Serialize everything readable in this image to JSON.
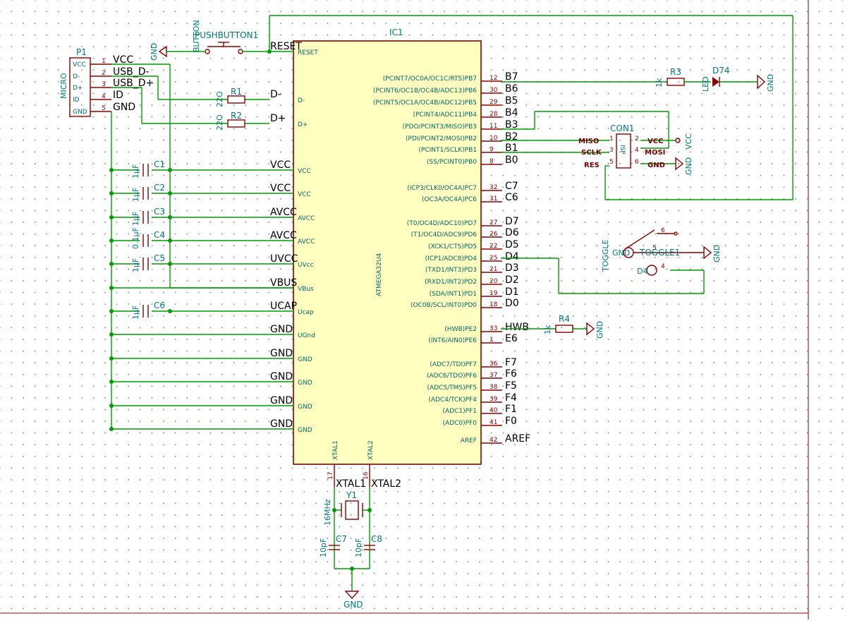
{
  "ic1": {
    "ref": "IC1",
    "part": "ATMEGA32U4",
    "left_pins": [
      {
        "name": "RESET",
        "net": "RESET"
      },
      {
        "name": "D-",
        "net": "D-"
      },
      {
        "name": "D+",
        "net": "D+"
      },
      {
        "name": "VCC",
        "net": "VCC"
      },
      {
        "name": "VCC",
        "net": "VCC"
      },
      {
        "name": "AVCC",
        "net": "AVCC"
      },
      {
        "name": "AVCC",
        "net": "AVCC"
      },
      {
        "name": "UVcc",
        "net": "UVCC"
      },
      {
        "name": "VBus",
        "net": "VBUS"
      },
      {
        "name": "Ucap",
        "net": "UCAP"
      },
      {
        "name": "UGnd",
        "net": "GND"
      },
      {
        "name": "GND",
        "net": "GND"
      },
      {
        "name": "GND",
        "net": "GND"
      },
      {
        "name": "GND",
        "net": "GND"
      },
      {
        "name": "GND",
        "net": "GND"
      }
    ],
    "right_pins": [
      {
        "name": "(PCINT7/OC0A/OC1C/RTS)PB7",
        "num": "12",
        "net": "B7"
      },
      {
        "name": "(PCINT6/OC1B/OC4B/ADC13)PB6",
        "num": "30",
        "net": "B6"
      },
      {
        "name": "(PCINT5/OC1A/OC4B/ADC12)PB5",
        "num": "29",
        "net": "B5"
      },
      {
        "name": "(PCINT4/ADC11)PB4",
        "num": "28",
        "net": "B4"
      },
      {
        "name": "(PDO/PCINT3/MISO)PB3",
        "num": "11",
        "net": "B3"
      },
      {
        "name": "(PDI/PCINT2/MOSI)PB2",
        "num": "10",
        "net": "B2"
      },
      {
        "name": "(PCINT1/SCLK)PB1",
        "num": "9",
        "net": "B1"
      },
      {
        "name": "(SS/PCINT0)PB0",
        "num": "8",
        "net": "B0"
      },
      {
        "name": "(ICP3/CLK0/OC4A)PC7",
        "num": "32",
        "net": "C7"
      },
      {
        "name": "(OC3A/OC4A)PC6",
        "num": "31",
        "net": "C6"
      },
      {
        "name": "(T0/OC4D/ADC10)PD7",
        "num": "27",
        "net": "D7"
      },
      {
        "name": "(T1/OC4D/ADC9)PD6",
        "num": "26",
        "net": "D6"
      },
      {
        "name": "(XCK1/CTS)PD5",
        "num": "22",
        "net": "D5"
      },
      {
        "name": "(ICP1/ADC8)PD4",
        "num": "25",
        "net": "D4"
      },
      {
        "name": "(TXD1/INT3)PD3",
        "num": "21",
        "net": "D3"
      },
      {
        "name": "(RXD1/INT2)PD2",
        "num": "20",
        "net": "D2"
      },
      {
        "name": "(SDA/INT1)PD1",
        "num": "19",
        "net": "D1"
      },
      {
        "name": "(OC0B/SCL/INT0)PD0",
        "num": "18",
        "net": "D0"
      },
      {
        "name": "(HWB)PE2",
        "num": "33",
        "net": "HWB"
      },
      {
        "name": "(INT6/AIN0)PE6",
        "num": "1",
        "net": "E6"
      },
      {
        "name": "(ADC7/TDI)PF7",
        "num": "36",
        "net": "F7"
      },
      {
        "name": "(ADC6/TDO)PF6",
        "num": "37",
        "net": "F6"
      },
      {
        "name": "(ADC5/TMS)PF5",
        "num": "38",
        "net": "F5"
      },
      {
        "name": "(ADC4/TCK)PF4",
        "num": "39",
        "net": "F4"
      },
      {
        "name": "(ADC1)PF1",
        "num": "40",
        "net": "F1"
      },
      {
        "name": "(ADC0)PF0",
        "num": "41",
        "net": "F0"
      },
      {
        "name": "AREF",
        "num": "42",
        "net": "AREF"
      }
    ],
    "bottom_pins": [
      {
        "name": "XTAL1",
        "num": "17",
        "net": "XTAL1"
      },
      {
        "name": "XTAL2",
        "num": "16",
        "net": "XTAL2"
      }
    ]
  },
  "p1": {
    "ref": "P1",
    "value": "MICRO",
    "pins": [
      {
        "name": "VCC",
        "num": "1",
        "net": "VCC"
      },
      {
        "name": "D-",
        "num": "2",
        "net": "USB_D-"
      },
      {
        "name": "D+",
        "num": "3",
        "net": "USB_D+"
      },
      {
        "name": "ID",
        "num": "4",
        "net": "ID"
      },
      {
        "name": "GND",
        "num": "5",
        "net": "GND"
      }
    ]
  },
  "pushbutton": {
    "ref": "PUSHBUTTON1",
    "value": "BUTTON"
  },
  "resistors": [
    {
      "ref": "R1",
      "value": "22O"
    },
    {
      "ref": "R2",
      "value": "22O"
    },
    {
      "ref": "R3",
      "value": "1k"
    },
    {
      "ref": "R4",
      "value": "1k"
    }
  ],
  "caps": [
    {
      "ref": "C1",
      "value": "1µF"
    },
    {
      "ref": "C2",
      "value": "1µF"
    },
    {
      "ref": "C3",
      "value": "1µF"
    },
    {
      "ref": "C4",
      "value": "0.1µF"
    },
    {
      "ref": "C5",
      "value": "1µF"
    },
    {
      "ref": "C6",
      "value": "1µF"
    },
    {
      "ref": "C7",
      "value": "10pF"
    },
    {
      "ref": "C8",
      "value": "10pF"
    }
  ],
  "crystal": {
    "ref": "Y1",
    "value": "16MHz"
  },
  "led": {
    "ref": "D74",
    "value": "LED"
  },
  "isp": {
    "ref": "CON1",
    "value": "ISP",
    "left": [
      {
        "num": "1",
        "label": "MISO"
      },
      {
        "num": "3",
        "label": "SCLK"
      },
      {
        "num": "5",
        "label": "RES"
      }
    ],
    "right": [
      {
        "num": "2",
        "label": "VCC"
      },
      {
        "num": "4",
        "label": "MOSI"
      },
      {
        "num": "6",
        "label": "GND"
      }
    ]
  },
  "toggle": {
    "ref": "TOGGLE1",
    "value": "TOGGLE",
    "pins": [
      "6",
      "5",
      "4"
    ],
    "net_gnd": "GND",
    "net_d4": "D4"
  },
  "power": {
    "gnd": "GND",
    "vcc": "VCC"
  },
  "colors": {
    "wire": "#009c00",
    "body": "#8b0000",
    "fill": "#ffffc0",
    "ref": "#007b7b"
  }
}
